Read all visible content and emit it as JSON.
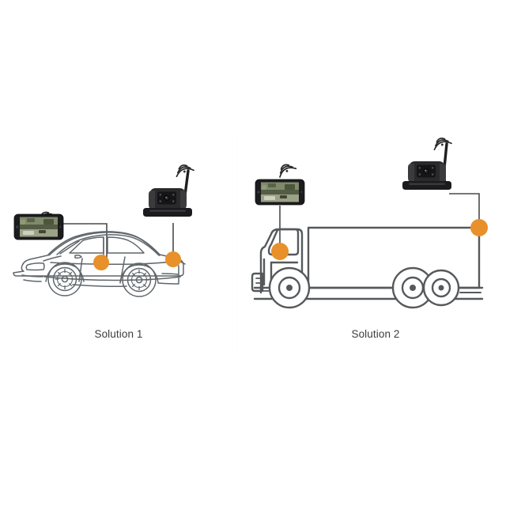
{
  "figure": {
    "type": "diagram",
    "subject": "wireless-backup-camera-installation-solutions",
    "background_color": "#ffffff",
    "accent_color": "#E8902A",
    "line_color": "#4a4a4a",
    "vehicle_outline_color": "#5a5f63"
  },
  "panels": [
    {
      "id": "solution-1",
      "caption": "Solution 1",
      "vehicle": "car",
      "devices": [
        {
          "name": "smartphone-monitor",
          "position": "upper-left",
          "screen_content": "rear-view-camera-live-feed",
          "wifi_signal": "wifi-waves-icon"
        },
        {
          "name": "wireless-camera",
          "position": "upper-right",
          "antenna": "antenna-rod",
          "wifi_signal": "wifi-waves-icon"
        }
      ],
      "mount_points": [
        {
          "name": "monitor-mount-point",
          "location": "windshield-a-pillar",
          "color": "#E8902A"
        },
        {
          "name": "camera-mount-point",
          "location": "rear-trunk",
          "color": "#E8902A"
        }
      ]
    },
    {
      "id": "solution-2",
      "caption": "Solution 2",
      "vehicle": "box-truck",
      "devices": [
        {
          "name": "smartphone-monitor",
          "position": "upper-left",
          "screen_content": "rear-view-camera-live-feed",
          "wifi_signal": "wifi-waves-icon"
        },
        {
          "name": "wireless-camera",
          "position": "upper-right",
          "antenna": "antenna-rod",
          "wifi_signal": "wifi-waves-icon"
        }
      ],
      "mount_points": [
        {
          "name": "monitor-mount-point",
          "location": "cab-windshield",
          "color": "#E8902A"
        },
        {
          "name": "camera-mount-point",
          "location": "trailer-rear-top",
          "color": "#E8902A"
        }
      ]
    }
  ]
}
